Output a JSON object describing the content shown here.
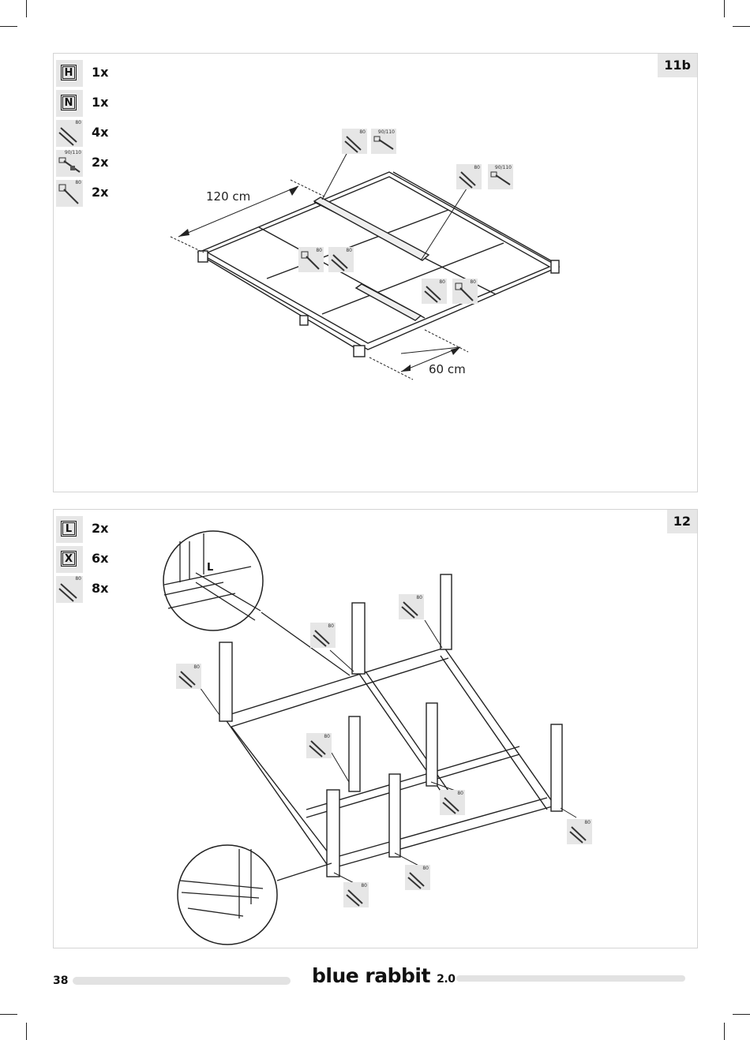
{
  "page_number": "38",
  "brand": {
    "name": "blue rabbit",
    "version": "2.0"
  },
  "step_11b": {
    "step": "11b",
    "parts": [
      {
        "kind": "letter",
        "letter": "H",
        "qty": "1x"
      },
      {
        "kind": "letter",
        "letter": "N",
        "qty": "1x"
      },
      {
        "kind": "screw",
        "size": "80",
        "qty": "4x"
      },
      {
        "kind": "bolt",
        "size": "90/110",
        "qty": "2x"
      },
      {
        "kind": "bolt",
        "size": "80",
        "qty": "2x"
      }
    ],
    "dimension_long": "120 cm",
    "dimension_short": "60 cm",
    "callout_sizes": [
      "80",
      "90/110",
      "80",
      "90/110",
      "80",
      "80",
      "80",
      "80"
    ]
  },
  "step_12": {
    "step": "12",
    "parts": [
      {
        "kind": "letter",
        "letter": "L",
        "qty": "2x"
      },
      {
        "kind": "letter",
        "letter": "X",
        "qty": "6x"
      },
      {
        "kind": "screw",
        "size": "80",
        "qty": "8x"
      }
    ],
    "detail_label": "L",
    "callout_sizes": [
      "80",
      "80",
      "80",
      "80",
      "80",
      "80",
      "80",
      "80"
    ]
  },
  "icons": [
    "letter-part-icon",
    "screw-icon",
    "bolt-icon"
  ]
}
